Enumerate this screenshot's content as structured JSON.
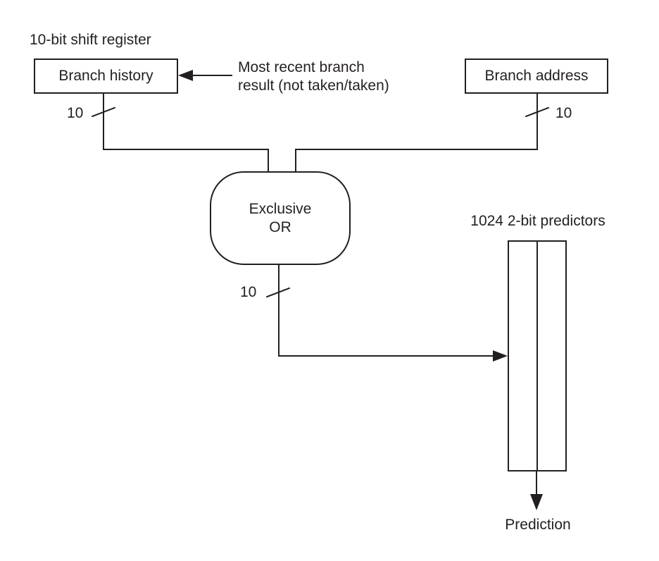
{
  "diagram": {
    "shift_register_label": "10-bit shift register",
    "branch_history_label": "Branch history",
    "branch_address_label": "Branch address",
    "recent_result_line1": "Most recent branch",
    "recent_result_line2": "result (not taken/taken)",
    "xor_line1": "Exclusive",
    "xor_line2": "OR",
    "bus_width_history": "10",
    "bus_width_address": "10",
    "bus_width_index": "10",
    "predictors_label": "1024 2-bit predictors",
    "prediction_label": "Prediction",
    "colors": {
      "ink": "#231f20",
      "background": "#ffffff"
    }
  }
}
